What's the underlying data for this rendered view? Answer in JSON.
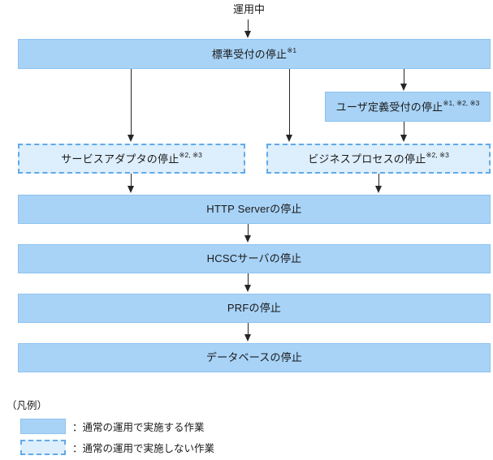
{
  "diagram": {
    "start_label": "運用中",
    "nodes": [
      {
        "id": "standard-reception-stop",
        "text": "標準受付の停止",
        "note": "※1",
        "style": "solid"
      },
      {
        "id": "user-defined-reception-stop",
        "text": "ユーザ定義受付の停止",
        "note": "※1, ※2, ※3",
        "style": "solid"
      },
      {
        "id": "service-adapter-stop",
        "text": "サービスアダプタの停止",
        "note": "※2, ※3",
        "style": "dashed"
      },
      {
        "id": "business-process-stop",
        "text": "ビジネスプロセスの停止",
        "note": "※2, ※3",
        "style": "dashed"
      },
      {
        "id": "http-server-stop",
        "text": "HTTP Serverの停止",
        "note": "",
        "style": "solid"
      },
      {
        "id": "hcsc-server-stop",
        "text": "HCSCサーバの停止",
        "note": "",
        "style": "solid"
      },
      {
        "id": "prf-stop",
        "text": "PRFの停止",
        "note": "",
        "style": "solid"
      },
      {
        "id": "database-stop",
        "text": "データベースの停止",
        "note": "",
        "style": "solid"
      }
    ]
  },
  "legend": {
    "title": "（凡例）",
    "items": [
      {
        "style": "solid",
        "text": "：通常の運用で実施する作業"
      },
      {
        "style": "dashed",
        "text": "：通常の運用で実施しない作業"
      }
    ]
  },
  "colors": {
    "box_fill_solid": "#a8d3f7",
    "box_border_solid": "#8cc2ef",
    "box_fill_dashed": "#ddeefc",
    "box_border_dashed": "#63a9e8",
    "arrow": "#262626",
    "text": "#1a1a1a",
    "background": "#ffffff"
  }
}
